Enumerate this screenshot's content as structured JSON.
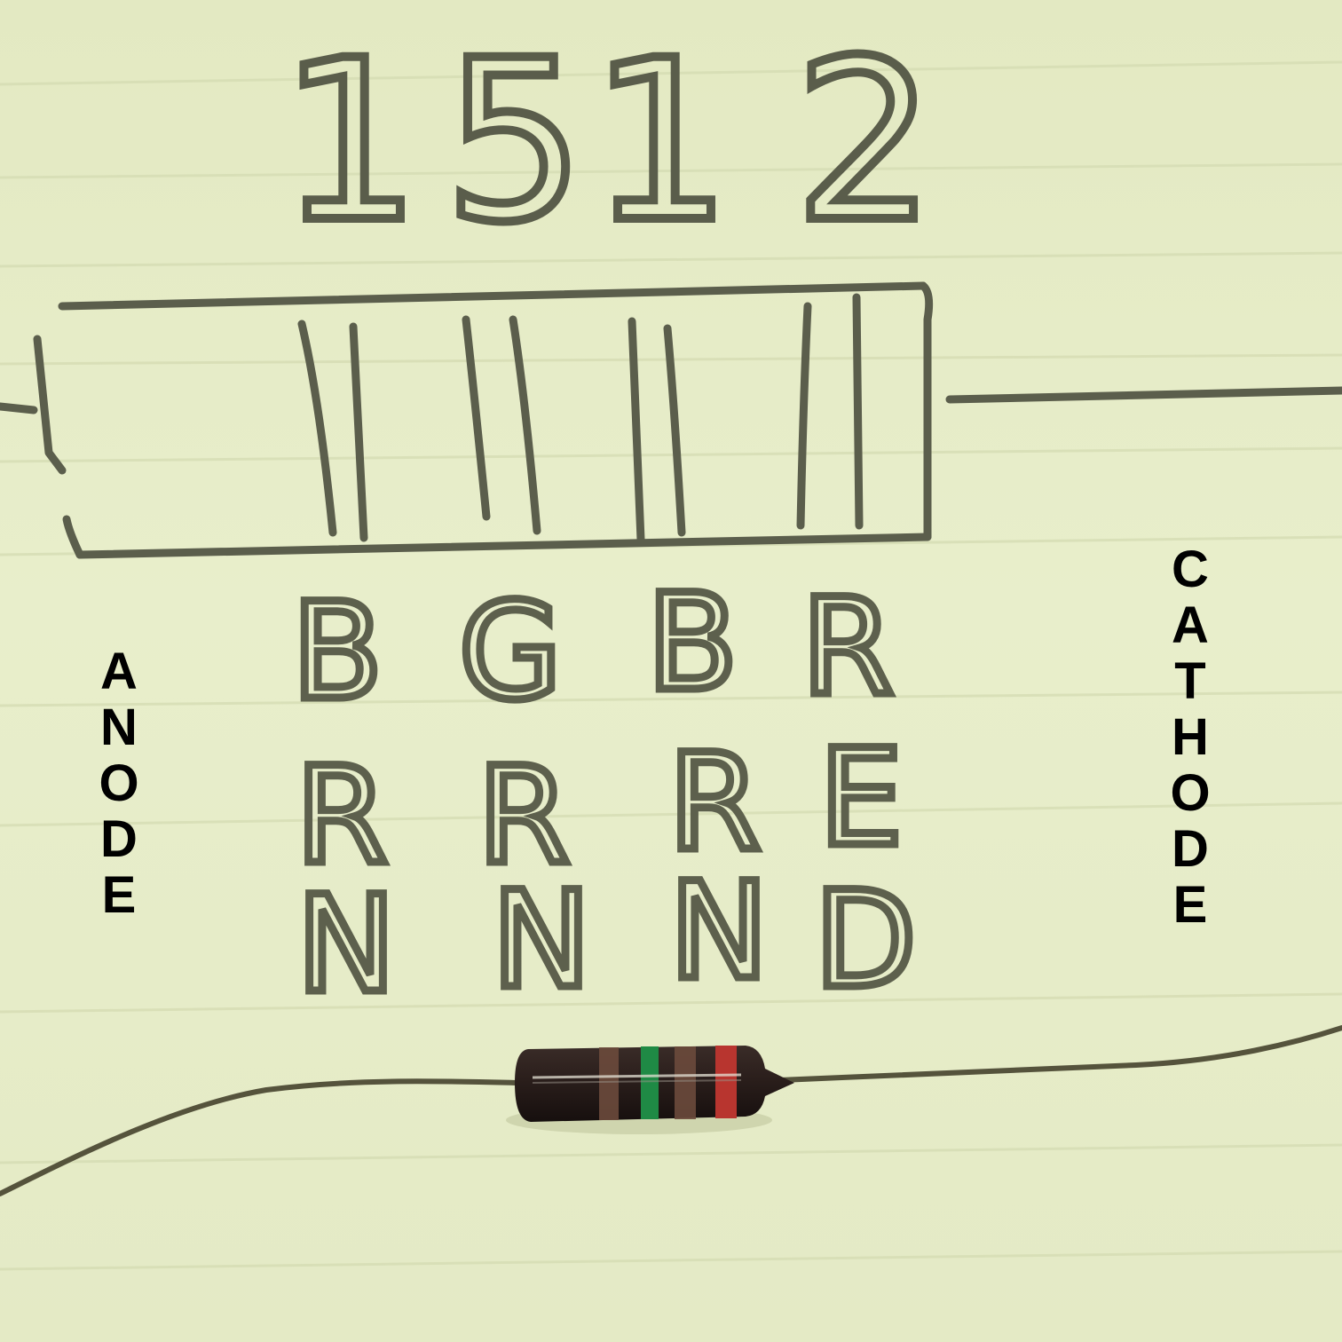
{
  "digits": [
    "1",
    "5",
    "1",
    "2"
  ],
  "letter_rows": [
    [
      "B",
      "G",
      "B",
      "R"
    ],
    [
      "R",
      "R",
      "R",
      "E"
    ],
    [
      "N",
      "N",
      "N",
      "D"
    ]
  ],
  "labels": {
    "anode": [
      "A",
      "N",
      "O",
      "D",
      "E"
    ],
    "cathode": [
      "C",
      "A",
      "T",
      "H",
      "O",
      "D",
      "E"
    ]
  },
  "band_colors": [
    "brown",
    "green",
    "brown",
    "red"
  ],
  "colors": {
    "paper": "#e6ecc6",
    "pencil": "#5b5e4c",
    "body": "#2b1f1c",
    "band_brown": "#6b4a3c",
    "band_green": "#1f8a45",
    "band_red": "#b8352f",
    "lead": "#55533c"
  }
}
